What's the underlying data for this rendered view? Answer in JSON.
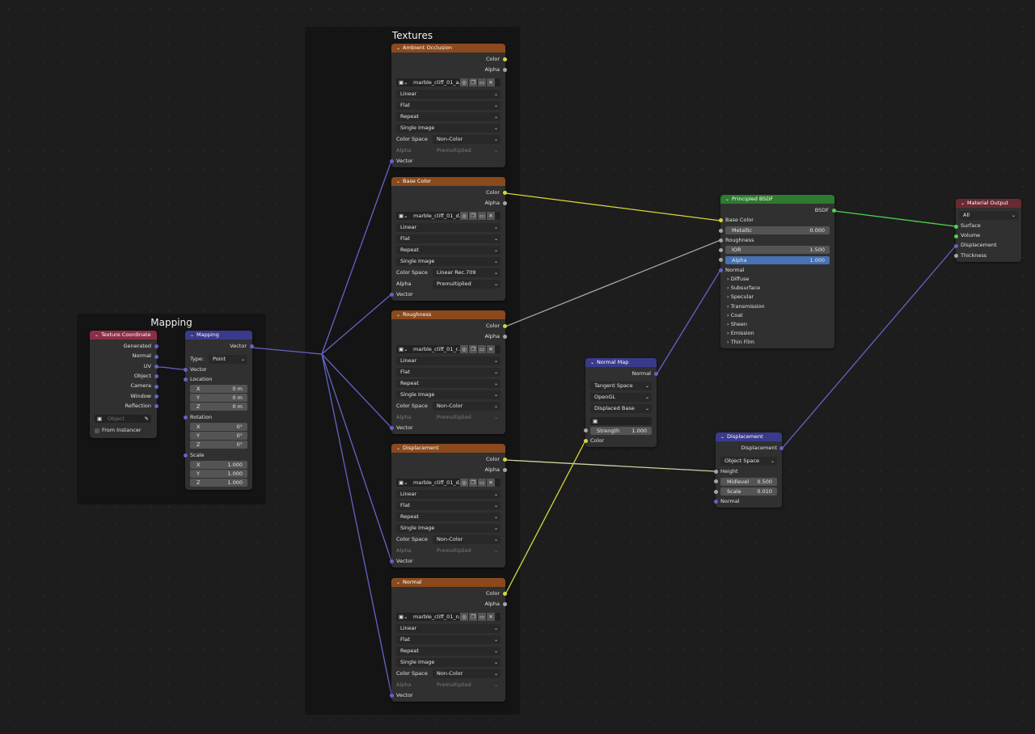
{
  "frames": {
    "mapping_title": "Mapping",
    "textures_title": "Textures"
  },
  "texture_nodes": [
    {
      "title": "Ambient Occlusion",
      "image": "marble_cliff_01_a...",
      "interp": "Linear",
      "proj": "Flat",
      "ext": "Repeat",
      "source": "Single Image",
      "colorspace": "Non-Color",
      "alpha": "Premultiplied",
      "alpha_enabled": false
    },
    {
      "title": "Base Color",
      "image": "marble_cliff_01_d...",
      "interp": "Linear",
      "proj": "Flat",
      "ext": "Repeat",
      "source": "Single Image",
      "colorspace": "Linear Rec.709",
      "alpha": "Premultiplied",
      "alpha_enabled": true
    },
    {
      "title": "Roughness",
      "image": "marble_cliff_01_r...",
      "interp": "Linear",
      "proj": "Flat",
      "ext": "Repeat",
      "source": "Single Image",
      "colorspace": "Non-Color",
      "alpha": "Premultiplied",
      "alpha_enabled": false
    },
    {
      "title": "Displacement",
      "image": "marble_cliff_01_d...",
      "interp": "Linear",
      "proj": "Flat",
      "ext": "Repeat",
      "source": "Single Image",
      "colorspace": "Non-Color",
      "alpha": "Premultiplied",
      "alpha_enabled": false
    },
    {
      "title": "Normal",
      "image": "marble_cliff_01_n...",
      "interp": "Linear",
      "proj": "Flat",
      "ext": "Repeat",
      "source": "Single Image",
      "colorspace": "Non-Color",
      "alpha": "Premultiplied",
      "alpha_enabled": false
    }
  ],
  "texture_labels": {
    "color": "Color",
    "alpha": "Alpha",
    "vector": "Vector",
    "color_space": "Color Space",
    "alpha_label": "Alpha"
  },
  "tex_coord": {
    "title": "Texture Coordinate",
    "outputs": [
      "Generated",
      "Normal",
      "UV",
      "Object",
      "Camera",
      "Window",
      "Reflection"
    ],
    "object_placeholder": "Object",
    "from_instancer": "From Instancer"
  },
  "mapping": {
    "title": "Mapping",
    "output": "Vector",
    "type_label": "Type:",
    "type_value": "Point",
    "vector": "Vector",
    "location": "Location",
    "location_vals": [
      {
        "axis": "X",
        "v": "0 m"
      },
      {
        "axis": "Y",
        "v": "0 m"
      },
      {
        "axis": "Z",
        "v": "0 m"
      }
    ],
    "rotation": "Rotation",
    "rotation_vals": [
      {
        "axis": "X",
        "v": "0°"
      },
      {
        "axis": "Y",
        "v": "0°"
      },
      {
        "axis": "Z",
        "v": "0°"
      }
    ],
    "scale": "Scale",
    "scale_vals": [
      {
        "axis": "X",
        "v": "1.000"
      },
      {
        "axis": "Y",
        "v": "1.000"
      },
      {
        "axis": "Z",
        "v": "1.000"
      }
    ]
  },
  "normal_map": {
    "title": "Normal Map",
    "output": "Normal",
    "space": "Tangent Space",
    "convention": "OpenGL",
    "base": "Displaced Base",
    "strength_label": "Strength",
    "strength": "1.000",
    "color": "Color"
  },
  "bsdf": {
    "title": "Principled BSDF",
    "output": "BSDF",
    "base_color": "Base Color",
    "metallic_label": "Metallic",
    "metallic": "0.000",
    "roughness": "Roughness",
    "ior_label": "IOR",
    "ior": "1.500",
    "alpha_label": "Alpha",
    "alpha": "1.000",
    "normal": "Normal",
    "panels": [
      "Diffuse",
      "Subsurface",
      "Specular",
      "Transmission",
      "Coat",
      "Sheen",
      "Emission",
      "Thin Film"
    ]
  },
  "displacement": {
    "title": "Displacement",
    "output": "Displacement",
    "space": "Object Space",
    "height": "Height",
    "midlevel_label": "Midlevel",
    "midlevel": "0.500",
    "scale_label": "Scale",
    "scale": "0.010",
    "normal": "Normal"
  },
  "material_output": {
    "title": "Material Output",
    "target": "All",
    "inputs": [
      "Surface",
      "Volume",
      "Displacement",
      "Thickness"
    ]
  },
  "colors": {
    "texture_header": "#8a4a1e",
    "vector_header": "#3a3a8c",
    "input_header": "#8c2e48",
    "shader_header": "#2e7a2e",
    "output_header": "#6a2a32",
    "socket_color": "#d8d63a",
    "socket_float": "#a6a6a6",
    "socket_vector": "#6363c8",
    "socket_shader": "#4ed24e",
    "field_selected": "#4772b3"
  }
}
